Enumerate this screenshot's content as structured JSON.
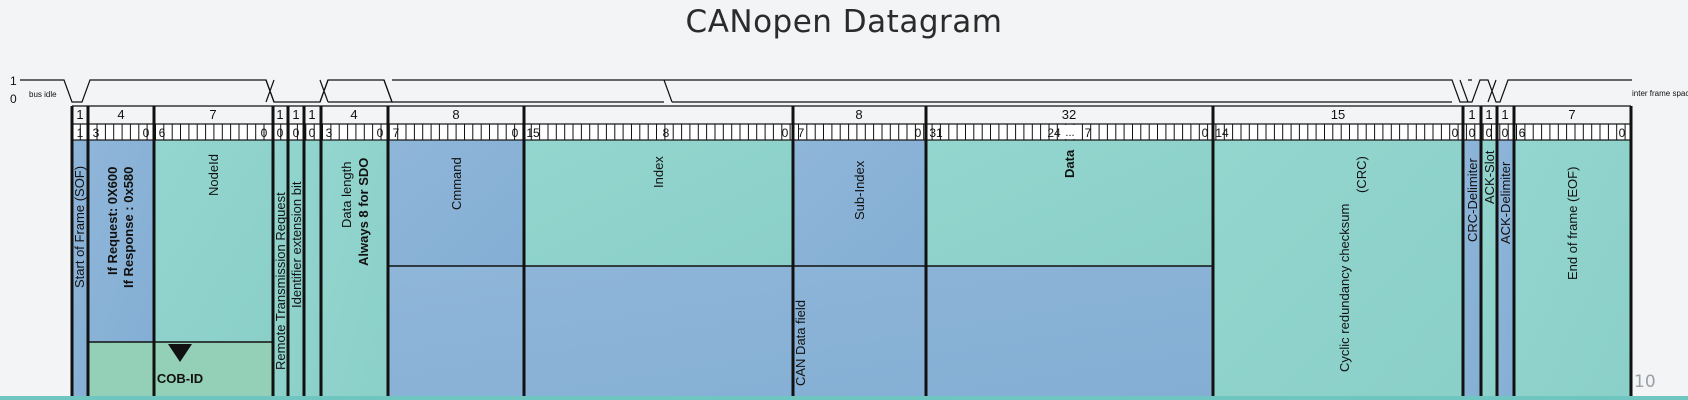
{
  "title": "CANopen Datagram",
  "page_number": "10",
  "signal": {
    "high_label": "1",
    "low_label": "0",
    "start_label": "bus idle",
    "end_label": "inter frame space"
  },
  "colors": {
    "blue": "#8bb2d6",
    "teal": "#8fd4cc",
    "green": "#94d0b8",
    "line": "#111111"
  },
  "bits": "1 1 1 1 1 1 1 1 1 1 1 1 1 1 1 1 1 1 1 1 1 1 1 1 1 1 1 1 1 1 1 1 1 1 1 1 1 1 1 1 1 1 1 1 1 1 1 1 1 1 1 1 1 1 1 1 1 1 1 1 1 1 1 1 1 1 1 1 1 1 1 1 1 1 1 1 1 1 1 1 1 1 1 1 1 1 1 1 1 1 1 1 1 1 1 1 1 1 1 1 1 1 1 1 1 1 1 1 1 1 1 1 1 1 1 1 1 1 1 1 1 1 1 1 1 1 1 1",
  "fields": [
    {
      "id": "sof",
      "width_label": "1",
      "bit_labels": [
        "1"
      ],
      "label": "Start of Frame (SOF)",
      "color": "blue"
    },
    {
      "id": "cob-func",
      "width_label": "4",
      "bit_labels": [
        "3",
        "0"
      ],
      "label": "If Request: 0X600",
      "label2": "If Response : 0x580",
      "color": "blue"
    },
    {
      "id": "node-id",
      "width_label": "7",
      "bit_labels": [
        "6",
        "0"
      ],
      "label": "NodeId",
      "color": "teal"
    },
    {
      "id": "rtr",
      "width_label": "1",
      "bit_labels": [
        "0"
      ],
      "label": "Remote Transmission Request",
      "color": "teal"
    },
    {
      "id": "ide",
      "width_label": "1",
      "bit_labels": [
        "0"
      ],
      "label": "Identifier extension bit",
      "color": "teal"
    },
    {
      "id": "reserved",
      "width_label": "1",
      "bit_labels": [
        "0"
      ],
      "label": "",
      "color": "teal"
    },
    {
      "id": "dlc",
      "width_label": "4",
      "bit_labels": [
        "3",
        "0"
      ],
      "label": "Data length",
      "label2": "Always 8 for SDO",
      "color": "teal"
    },
    {
      "id": "command",
      "width_label": "8",
      "bit_labels": [
        "7",
        "0"
      ],
      "label": "Cmmand",
      "color": "blue"
    },
    {
      "id": "index",
      "width_label": "",
      "bit_labels": [
        "15",
        "8",
        "0"
      ],
      "label": "Index",
      "color": "teal"
    },
    {
      "id": "sub-index",
      "width_label": "8",
      "bit_labels": [
        "7",
        "0"
      ],
      "label": "Sub-Index",
      "color": "blue"
    },
    {
      "id": "data",
      "width_label": "32",
      "bit_labels": [
        "31",
        "24",
        "...",
        "7",
        "0"
      ],
      "label": "Data",
      "color": "teal"
    },
    {
      "id": "crc",
      "width_label": "15",
      "bit_labels": [
        "14",
        "0"
      ],
      "label": "Cyclic redundancy checksum",
      "label2": "(CRC)",
      "color": "teal"
    },
    {
      "id": "crc-delim",
      "width_label": "1",
      "bit_labels": [
        "0"
      ],
      "label": "CRC-Delimiter",
      "color": "blue"
    },
    {
      "id": "ack-slot",
      "width_label": "1",
      "bit_labels": [
        "0"
      ],
      "label": "ACK-Slot",
      "color": "teal"
    },
    {
      "id": "ack-delim",
      "width_label": "1",
      "bit_labels": [
        "0"
      ],
      "label": "ACK-Delimiter",
      "color": "blue"
    },
    {
      "id": "eof",
      "width_label": "7",
      "bit_labels": [
        "6",
        "0"
      ],
      "label": "End of frame (EOF)",
      "color": "teal"
    }
  ],
  "cob_id_label": "COB-ID",
  "can_data_label": "CAN Data field"
}
